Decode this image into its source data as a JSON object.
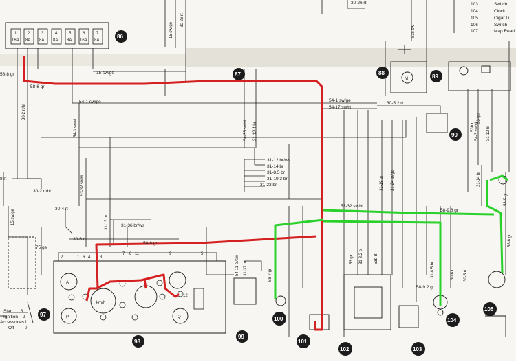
{
  "legend": [
    {
      "num": "103",
      "text": "Switch"
    },
    {
      "num": "104",
      "text": "Clock"
    },
    {
      "num": "105",
      "text": "Cigar Li"
    },
    {
      "num": "106",
      "text": "Switch"
    },
    {
      "num": "107",
      "text": "Map Read"
    }
  ],
  "callouts": [
    "86",
    "87",
    "88",
    "89",
    "90",
    "97",
    "98",
    "99",
    "100",
    "101",
    "102",
    "103",
    "104",
    "105"
  ],
  "fuses": [
    "16A",
    "8A",
    "8A",
    "8A",
    "8A",
    "16A",
    "8A"
  ],
  "fuse_numbers": [
    "1",
    "2",
    "3",
    "4",
    "5",
    "6",
    "7"
  ],
  "ignition_switch": {
    "start": "Start",
    "ignition": "Ignition",
    "accessories": "Accessories",
    "off": "Off",
    "positions": [
      "3",
      "2",
      "1",
      "0"
    ]
  },
  "speedo_unit": "km/h",
  "wire_labels": {
    "w1": "15 sw/ge",
    "w2": "30-26 rt",
    "w3": "15 sw/ge",
    "w4": "58-6 gr",
    "w5": "30-2 rt/bl",
    "w6": "54-1 sw/ge",
    "w7": "54-1 sw/ge",
    "w8": "54-17 sw/rt",
    "w9": "30-5.2 rt",
    "w10": "54-3 sw/vi",
    "w11": "54-33 sw/vi",
    "w12": "31-12-4 br",
    "w13": "31-12 br/ws",
    "w14": "31-14 br",
    "w15": "31-8.5 br",
    "w16": "31-19.3 br",
    "w17": "31-23 br",
    "w18": "53-32 sw/vi",
    "w19": "30-2 rt/bl",
    "w20": "30-4 rt",
    "w21": "30-6 rt",
    "w22": "31-13 br",
    "w23": "31-36 br/ws",
    "w24": "58-8 gr",
    "w25": "53-32 sw/vi",
    "w26": "58-9.8 gr",
    "w27": "31-19 br",
    "w28": "31-24 br/ge",
    "w29": "31-14 br",
    "w30": "58-7 gr",
    "w31": "54-11 bl/sw",
    "w32": "31-37 br",
    "w33": "53b rt",
    "w34": "53 ge",
    "w35": "54-3 sw/vi",
    "w36": "31-12 bl",
    "w37": "31-8.5 br",
    "w38": "30-6 rt",
    "w39": "30-5 rt",
    "w40": "58-9.2 gr",
    "w41": "53 gr",
    "w42": "31-8.2 bl",
    "w43": "53b rt",
    "w44": "58-6 gr",
    "w45": "53c sw",
    "w46": "30-26 rt",
    "w47": "15 sw/ge",
    "w48": "8 rt",
    "w49": "75 ge",
    "w50": "58-8 gr",
    "w51": "58-9 gr"
  },
  "terminal_numbers": [
    "2",
    "1",
    "6",
    "4",
    "3",
    "7",
    "8",
    "11",
    "12",
    "9",
    "5"
  ],
  "colors": {
    "red_trace": "#d42020",
    "green_trace": "#2ad12a",
    "ink": "#1b1b1b",
    "callout_bg": "#1c1c1c"
  }
}
